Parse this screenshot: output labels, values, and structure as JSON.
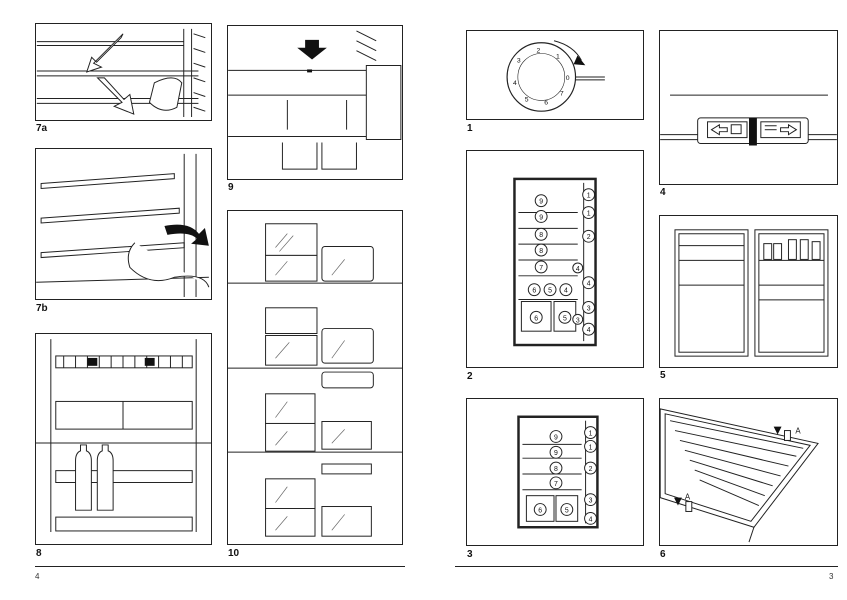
{
  "left_page": {
    "page_number": "4",
    "figures": [
      {
        "id": "7a",
        "caption": "7a"
      },
      {
        "id": "7b",
        "caption": "7b"
      },
      {
        "id": "8",
        "caption": "8"
      },
      {
        "id": "9",
        "caption": "9"
      },
      {
        "id": "10",
        "caption": "10"
      }
    ]
  },
  "right_page": {
    "page_number": "3",
    "figures": [
      {
        "id": "1",
        "caption": "1",
        "dial_marks": [
          "0",
          "1",
          "2",
          "3",
          "4",
          "5",
          "6",
          "7"
        ]
      },
      {
        "id": "2",
        "caption": "2",
        "callouts": [
          "9",
          "9",
          "8",
          "8",
          "7",
          "6",
          "5",
          "4",
          "6",
          "5",
          "1",
          "1",
          "2",
          "3",
          "4",
          "4",
          "3",
          "4"
        ]
      },
      {
        "id": "3",
        "caption": "3",
        "callouts": [
          "9",
          "9",
          "8",
          "7",
          "6",
          "5",
          "1",
          "1",
          "2",
          "3",
          "4"
        ]
      },
      {
        "id": "4",
        "caption": "4"
      },
      {
        "id": "5",
        "caption": "5"
      },
      {
        "id": "6",
        "caption": "6",
        "label": "A"
      }
    ]
  }
}
